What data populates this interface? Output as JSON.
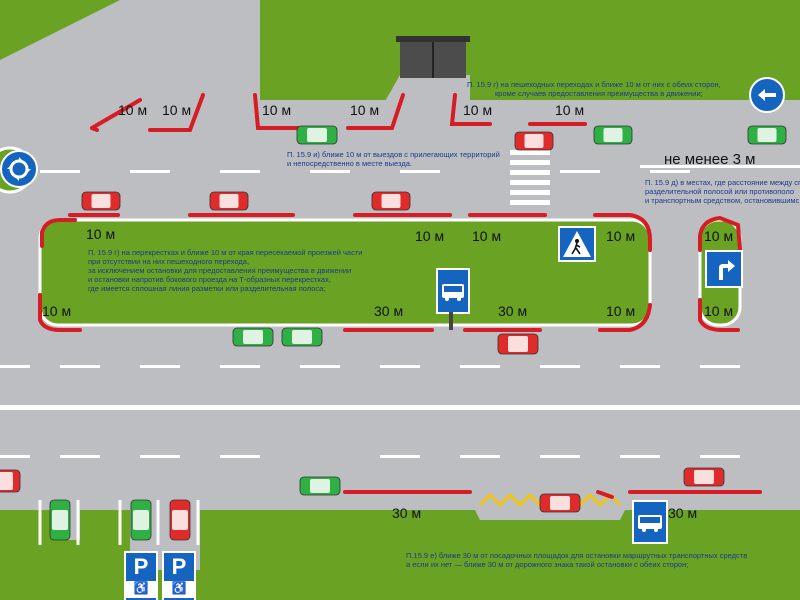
{
  "distances": {
    "d10": "10 м",
    "d30": "30 м",
    "min3": "не менее 3 м"
  },
  "notes": {
    "r159g_crossing": [
      "П. 15.9 г) на пешеходных переходах и ближе 10 м от них с обеих сторон,",
      "кроме случаев предоставления преимущества в движении;"
    ],
    "r159i": [
      "П. 15.9 и) ближе 10 м от выездов с прилегающих территорий",
      "и непосредственно в месте выезда."
    ],
    "r159d": [
      "П. 15.9 д) в местах, где расстояние между сп",
      "разделительной полосой или противополо",
      "и транспортным средством, остановившимс"
    ],
    "r159g_intersection": [
      "П. 15.9 г) на перекрестках и ближе 10 м от края пересекаемой проезжей части",
      "при отсутствии на них пешеходного перехода,",
      "за исключением остановки для предоставления преимущества в движении",
      "и остановки напротив бокового проезда на Т-образных перекрестках,",
      "где имеется сплошная линия разметки или разделительная полоса;"
    ],
    "r159e": [
      "П.15.9 е) ближе 30 м от посадочных площадок для остановки маршрутных транспортных средств",
      "а если их нет — ближе 30 м от дорожного знака такой остановки с обеих сторон;"
    ]
  },
  "signs": {
    "parking_letter": "P"
  },
  "colors": {
    "grass": "#6aa323",
    "road": "#bdbec2",
    "forbidden_curb": "#d61c24",
    "sign_blue": "#1565c0",
    "car_red": "#e02b2b",
    "car_green": "#2eb045"
  }
}
